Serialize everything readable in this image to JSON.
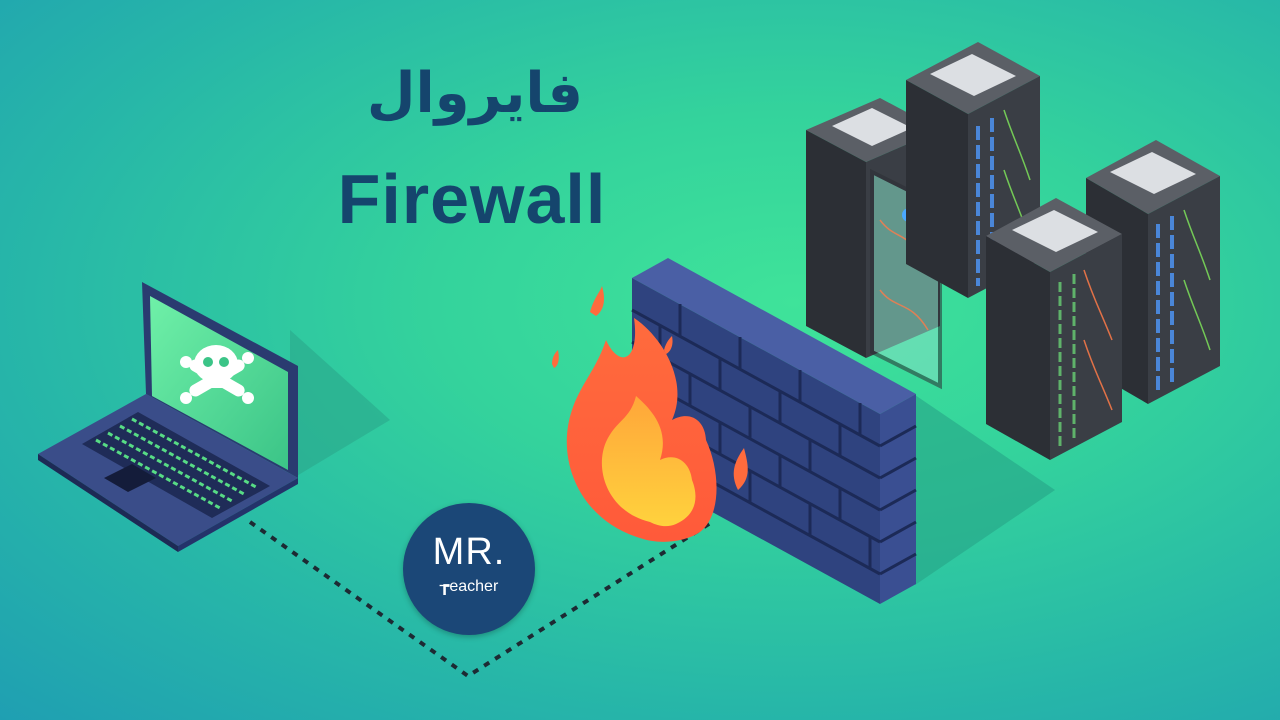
{
  "title": {
    "persian": "فایروال",
    "english": "Firewall"
  },
  "logo": {
    "mr": "MR.",
    "teacher": "eacher"
  },
  "icons": [
    "skull-crossbones-icon",
    "laptop-icon",
    "brick-wall-icon",
    "fire-icon",
    "server-rack-icon",
    "cloud-icon"
  ],
  "colors": {
    "title": "#15456d",
    "background_center": "#3fe39a",
    "background_edge": "#1f9fb2",
    "wall": "#2c3f76",
    "logo_bg": "#1b4777"
  }
}
